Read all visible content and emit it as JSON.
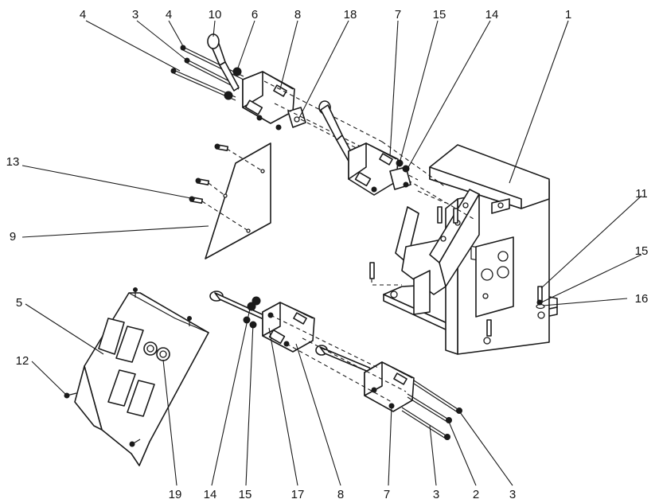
{
  "labels": [
    {
      "id": "c1",
      "text": "4"
    },
    {
      "id": "c2",
      "text": "3"
    },
    {
      "id": "c3",
      "text": "4"
    },
    {
      "id": "c4",
      "text": "10"
    },
    {
      "id": "c5",
      "text": "6"
    },
    {
      "id": "c6",
      "text": "8"
    },
    {
      "id": "c7",
      "text": "18"
    },
    {
      "id": "c8",
      "text": "7"
    },
    {
      "id": "c9",
      "text": "15"
    },
    {
      "id": "c10",
      "text": "14"
    },
    {
      "id": "c11",
      "text": "1"
    },
    {
      "id": "c12",
      "text": "13"
    },
    {
      "id": "c13",
      "text": "9"
    },
    {
      "id": "c14",
      "text": "11"
    },
    {
      "id": "c15",
      "text": "15"
    },
    {
      "id": "c16",
      "text": "16"
    },
    {
      "id": "c17",
      "text": "5"
    },
    {
      "id": "c18",
      "text": "12"
    },
    {
      "id": "c19",
      "text": "19"
    },
    {
      "id": "c20",
      "text": "14"
    },
    {
      "id": "c21",
      "text": "15"
    },
    {
      "id": "c22",
      "text": "17"
    },
    {
      "id": "c23",
      "text": "8"
    },
    {
      "id": "c24",
      "text": "7"
    },
    {
      "id": "c25",
      "text": "3"
    },
    {
      "id": "c26",
      "text": "2"
    },
    {
      "id": "c27",
      "text": "3"
    }
  ]
}
